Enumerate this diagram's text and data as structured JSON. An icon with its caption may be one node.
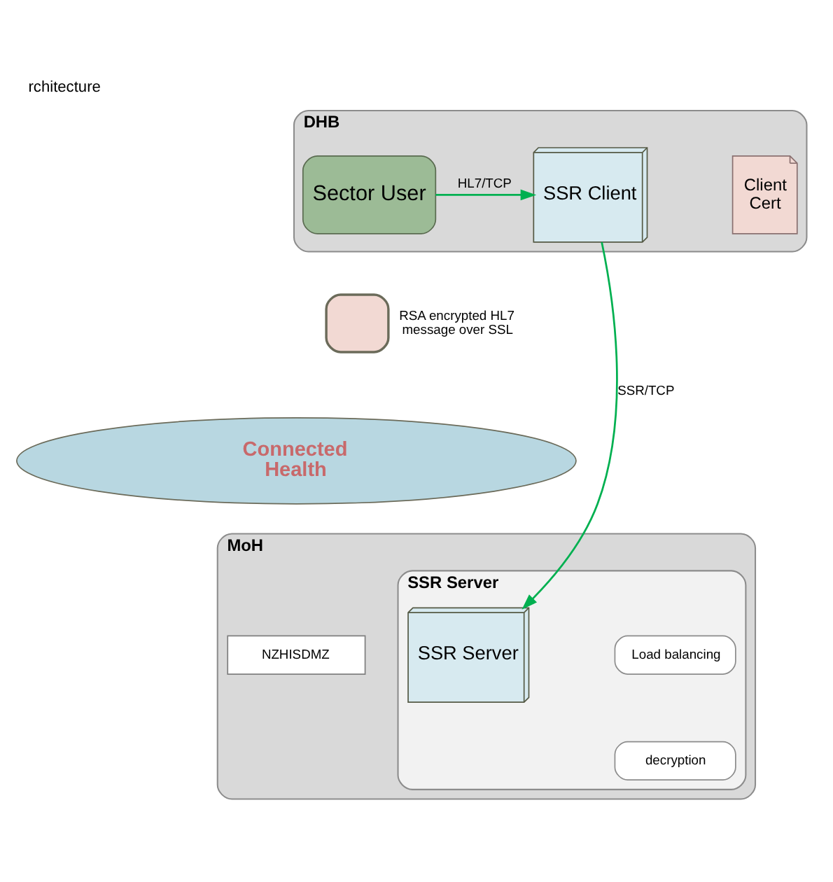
{
  "diagram": {
    "title": "rchitecture",
    "nodes": [
      {
        "text": [
          "DHB"
        ]
      },
      {
        "text": [
          "Sector User"
        ],
        "in": 0
      },
      {
        "text": [
          "SSR Client"
        ],
        "in": 0
      },
      {
        "text": [
          "Client Cert"
        ],
        "in": 0
      },
      {
        "text": [],
        "shape": "box",
        "beside": [
          "RSA encrypted HL7 message over SSL"
        ]
      },
      {
        "text": [
          "Connected Health"
        ]
      },
      {
        "text": [
          "MoH"
        ]
      },
      {
        "text": [
          "NZHISDMZ"
        ],
        "in": 6
      },
      {
        "text": [
          "SSR Server"
        ],
        "in": 6
      },
      {
        "text": [
          "SSR Server"
        ],
        "in": 8
      },
      {
        "text": [
          "Load balancing"
        ],
        "in": 8
      },
      {
        "text": [
          "decryption"
        ],
        "in": 8
      }
    ],
    "edges": [
      {
        "from": 1,
        "to": 2,
        "arrow": "to",
        "label": "HL7/TCP"
      },
      {
        "from": 2,
        "to": 9,
        "arrow": "to",
        "label": "SSR/TCP"
      }
    ]
  }
}
